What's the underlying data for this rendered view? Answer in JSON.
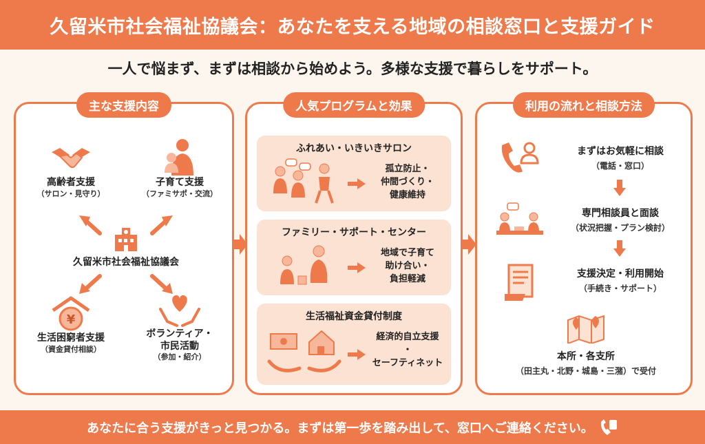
{
  "header": {
    "title": "久留米市社会福祉協議会：あなたを支える地域の相談窓口と支援ガイド"
  },
  "subtitle": "一人で悩まず、まずは相談から始めよう。多様な支援で暮らしをサポート。",
  "colors": {
    "accent": "#ee7a4c",
    "card": "#fbe2d3"
  },
  "panel1": {
    "title": "主な支援内容",
    "center": "久留米市社会福祉協議会",
    "items": [
      {
        "label": "高齢者支援",
        "sub": "（サロン・見守り）",
        "icon": "handshake-icon"
      },
      {
        "label": "子育て支援",
        "sub": "（ファミサポ・交流）",
        "icon": "parent-child-icon"
      },
      {
        "label": "生活困窮者支援",
        "sub": "（資金貸付相談）",
        "icon": "yen-coin-icon"
      },
      {
        "label": "ボランティア・\n市民活動",
        "sub": "（参加・紹介）",
        "icon": "heart-hands-icon"
      }
    ]
  },
  "panel2": {
    "title": "人気プログラムと効果",
    "cards": [
      {
        "title": "ふれあい・いきいきサロン",
        "effect": [
          "孤立防止・",
          "仲間づくり・",
          "健康維持"
        ]
      },
      {
        "title": "ファミリー・サポート・センター",
        "effect": [
          "地域で子育て",
          "助け合い・",
          "負担軽減"
        ]
      },
      {
        "title": "生活福祉資金貸付制度",
        "effect": [
          "経済的自立支援",
          "・",
          "セーフティネット"
        ]
      }
    ]
  },
  "panel3": {
    "title": "利用の流れと相談方法",
    "steps": [
      {
        "t1": "まずはお気軽に相談",
        "t2": "（電話・窓口）",
        "icon": "phone-person-icon"
      },
      {
        "t1": "専門相談員と面談",
        "t2": "（状況把握・プラン検討）",
        "icon": "interview-icon"
      },
      {
        "t1": "支援決定・利用開始",
        "t2": "（手続き・サポート）",
        "icon": "document-icon"
      },
      {
        "t1": "本所・各支所",
        "t2": "（田主丸・北野・城島・三潴）で受付",
        "icon": "map-pin-icon"
      }
    ]
  },
  "footer": "あなたに合う支援がきっと見つかる。まずは第一歩を踏み出して、窓口へご連絡ください。"
}
